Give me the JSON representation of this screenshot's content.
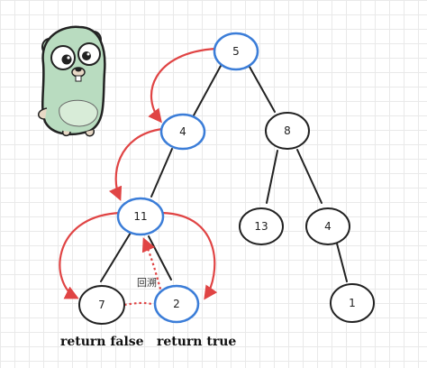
{
  "tree": {
    "nodes": [
      {
        "id": "n5",
        "label": "5",
        "visited": true
      },
      {
        "id": "n4a",
        "label": "4",
        "visited": true
      },
      {
        "id": "n8",
        "label": "8",
        "visited": false
      },
      {
        "id": "n11",
        "label": "11",
        "visited": true
      },
      {
        "id": "n13",
        "label": "13",
        "visited": false
      },
      {
        "id": "n4b",
        "label": "4",
        "visited": false
      },
      {
        "id": "n7",
        "label": "7",
        "visited": false
      },
      {
        "id": "n2",
        "label": "2",
        "visited": true
      },
      {
        "id": "n1",
        "label": "1",
        "visited": false
      }
    ]
  },
  "annotations": {
    "backtrack": "回溯",
    "left_result": "return false",
    "right_result": "return true"
  },
  "colors": {
    "visited_stroke": "#3b7dd8",
    "default_stroke": "#111111",
    "arrow": "#e04444",
    "mascot_body": "#b9dcc0"
  },
  "mascot": {
    "icon": "gopher-mascot"
  }
}
